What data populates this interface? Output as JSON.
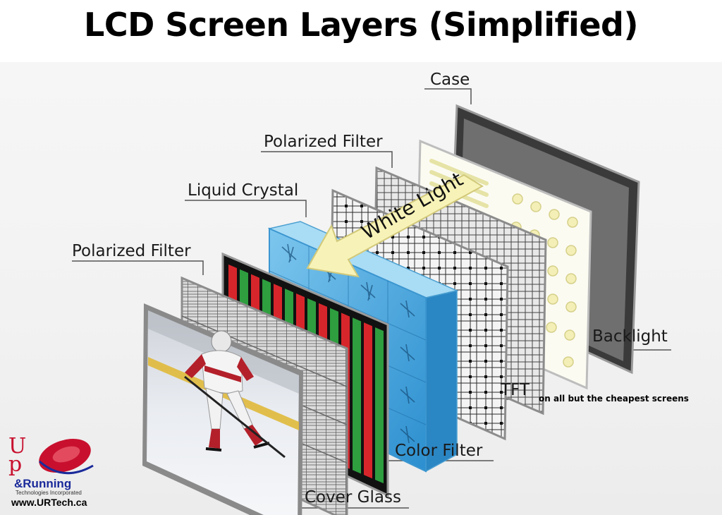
{
  "title": "LCD Screen Layers (Simplified)",
  "labels": {
    "case": "Case",
    "polarized_filter_back": "Polarized Filter",
    "liquid_crystal": "Liquid Crystal",
    "polarized_filter_front": "Polarized Filter",
    "backlight": "Backlight",
    "tft": "TFT",
    "tft_note": "on all but the cheapest screens",
    "color_filter": "Color Filter",
    "cover_glass": "Cover Glass"
  },
  "arrow_text": "White Light",
  "logo": {
    "up": "Up",
    "running": "&Running",
    "company": "Technologies Incorporated",
    "url": "www.URTech.ca"
  },
  "colors": {
    "liquid_crystal": "#3fa9e0",
    "arrow_fill": "#f7f3b8",
    "color_filter_red": "#d7262b",
    "color_filter_green": "#2e9e3f",
    "logo_red": "#c8102e",
    "logo_blue": "#1a2a9a"
  }
}
